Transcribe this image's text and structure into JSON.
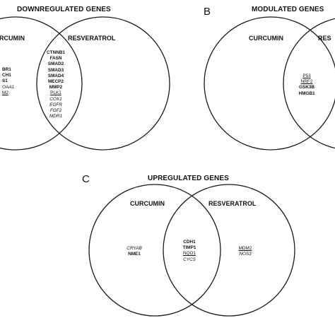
{
  "panels": {
    "A": {
      "letter": "",
      "title": "DOWNREGULATED GENES",
      "left_set": "CURCUMIN",
      "right_set": "RESVERATROL",
      "left_only": [
        {
          "text": "BR1",
          "style": "bold"
        },
        {
          "text": "CH1",
          "style": "bold"
        },
        {
          "text": "S1",
          "style": "bold"
        },
        {
          "text": "OAA1",
          "style": "italic"
        },
        {
          "text": "M2",
          "style": "underline"
        }
      ],
      "overlap": [
        {
          "text": "CTNNB1",
          "style": "bold"
        },
        {
          "text": "FASN",
          "style": "bold"
        },
        {
          "text": "SMAD2",
          "style": "bold"
        },
        {
          "text": "SMAD3",
          "style": "bold"
        },
        {
          "text": "SMAD4",
          "style": "bold"
        },
        {
          "text": "MECP2",
          "style": "bold"
        },
        {
          "text": "MMP2",
          "style": "bold"
        },
        {
          "text": "PLK1",
          "style": "underline"
        },
        {
          "text": "COX1",
          "style": "italic"
        },
        {
          "text": "EGFR",
          "style": "italic"
        },
        {
          "text": "FGF2",
          "style": "italic"
        },
        {
          "text": "MDR1",
          "style": "italic"
        }
      ]
    },
    "B": {
      "letter": "B",
      "title": "MODULATED GENES",
      "left_set": "CURCUMIN",
      "right_set": "RES",
      "overlap": [
        {
          "text": "P53",
          "style": "underline"
        },
        {
          "text": "NRF2",
          "style": "underline"
        },
        {
          "text": "GSK3B",
          "style": "bold"
        },
        {
          "text": "HMGB1",
          "style": "bold"
        }
      ]
    },
    "C": {
      "letter": "C",
      "title": "UPREGULATED GENES",
      "left_set": "CURCUMIN",
      "right_set": "RESVERATROL",
      "left_only": [
        {
          "text": "CRYAB",
          "style": "italic"
        },
        {
          "text": "NME1",
          "style": "bold"
        }
      ],
      "overlap": [
        {
          "text": "CDH1",
          "style": "bold"
        },
        {
          "text": "TIMP1",
          "style": "bold"
        },
        {
          "text": "NQO1",
          "style": "underline"
        },
        {
          "text": "CYCS",
          "style": "italic"
        }
      ],
      "right_only": [
        {
          "text": "MDM2",
          "style": "underline"
        },
        {
          "text": "NOS3",
          "style": "italic"
        }
      ]
    }
  }
}
